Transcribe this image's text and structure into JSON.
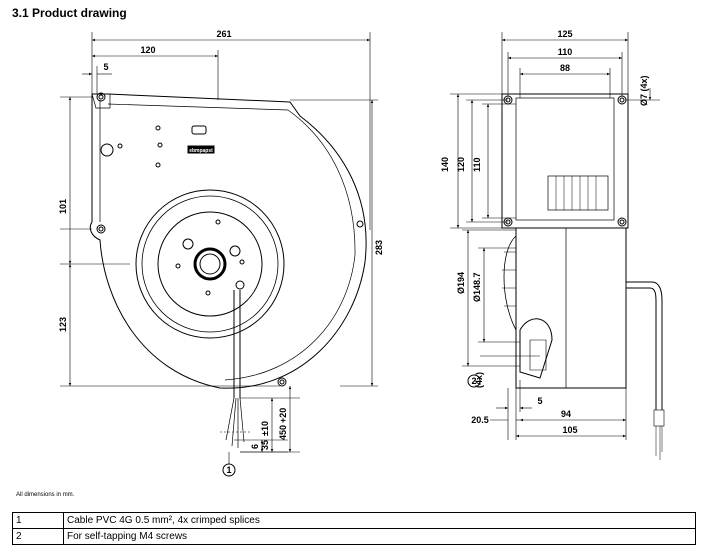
{
  "section_title": "3.1 Product drawing",
  "dimensions": {
    "d261": "261",
    "d120": "120",
    "d5": "5",
    "d101": "101",
    "d123": "123",
    "d283": "283",
    "d6": "6",
    "d35": "35",
    "d35_tol": "±10",
    "d450": "450",
    "d450_tol": "+20",
    "d125": "125",
    "d110h": "110",
    "d88": "88",
    "d7": "Ø7 (4x)",
    "d140": "140",
    "d120v": "120",
    "d110v": "110",
    "d194": "Ø194",
    "d148": "Ø148.7",
    "d4x": "(4x)",
    "d5b": "5",
    "d20_5": "20.5",
    "d94": "94",
    "d105": "105"
  },
  "callouts": {
    "c1": "1",
    "c2": "2"
  },
  "logo_text": "ebmpapst",
  "note": "All dimensions in mm.",
  "legend": [
    {
      "num": "1",
      "text": "Cable PVC 4G 0.5 mm², 4x crimped splices"
    },
    {
      "num": "2",
      "text": "For self-tapping M4 screws"
    }
  ]
}
